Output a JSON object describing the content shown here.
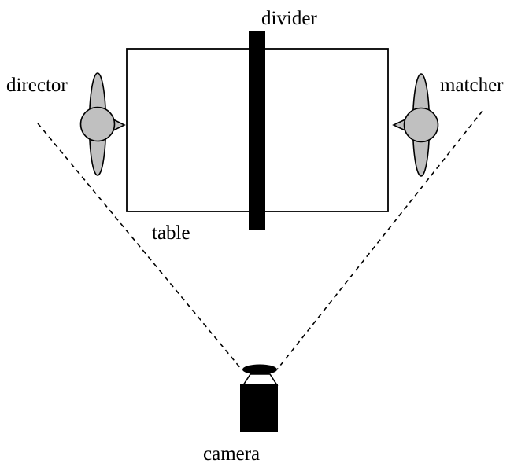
{
  "labels": {
    "divider": "divider",
    "director": "director",
    "matcher": "matcher",
    "table": "table",
    "camera": "camera"
  },
  "colors": {
    "line": "#000000",
    "person_fill": "#c0c0c0",
    "background": "#ffffff"
  }
}
